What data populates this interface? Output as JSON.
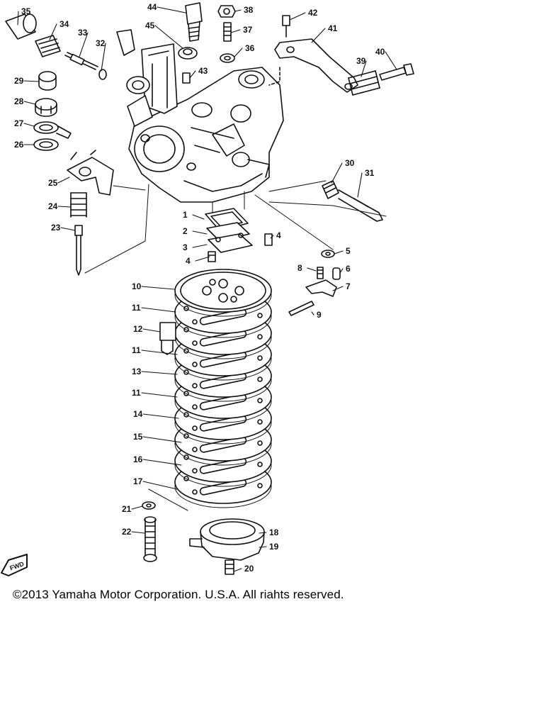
{
  "diagram": {
    "copyright": "©2013 Yamaha Motor Corporation. U.S.A. All riahts reserved.",
    "front_badge": "FWD",
    "callouts": [
      "1",
      "2",
      "3",
      "4",
      "4",
      "5",
      "6",
      "7",
      "8",
      "9",
      "10",
      "11",
      "11",
      "11",
      "12",
      "13",
      "14",
      "15",
      "16",
      "17",
      "18",
      "19",
      "20",
      "21",
      "22",
      "23",
      "24",
      "25",
      "26",
      "27",
      "28",
      "29",
      "30",
      "31",
      "32",
      "33",
      "34",
      "35",
      "36",
      "37",
      "38",
      "39",
      "40",
      "41",
      "42",
      "43",
      "44",
      "45"
    ]
  },
  "colors": {
    "line": "#111111",
    "background": "#ffffff",
    "shade": "#d8d8d8"
  }
}
